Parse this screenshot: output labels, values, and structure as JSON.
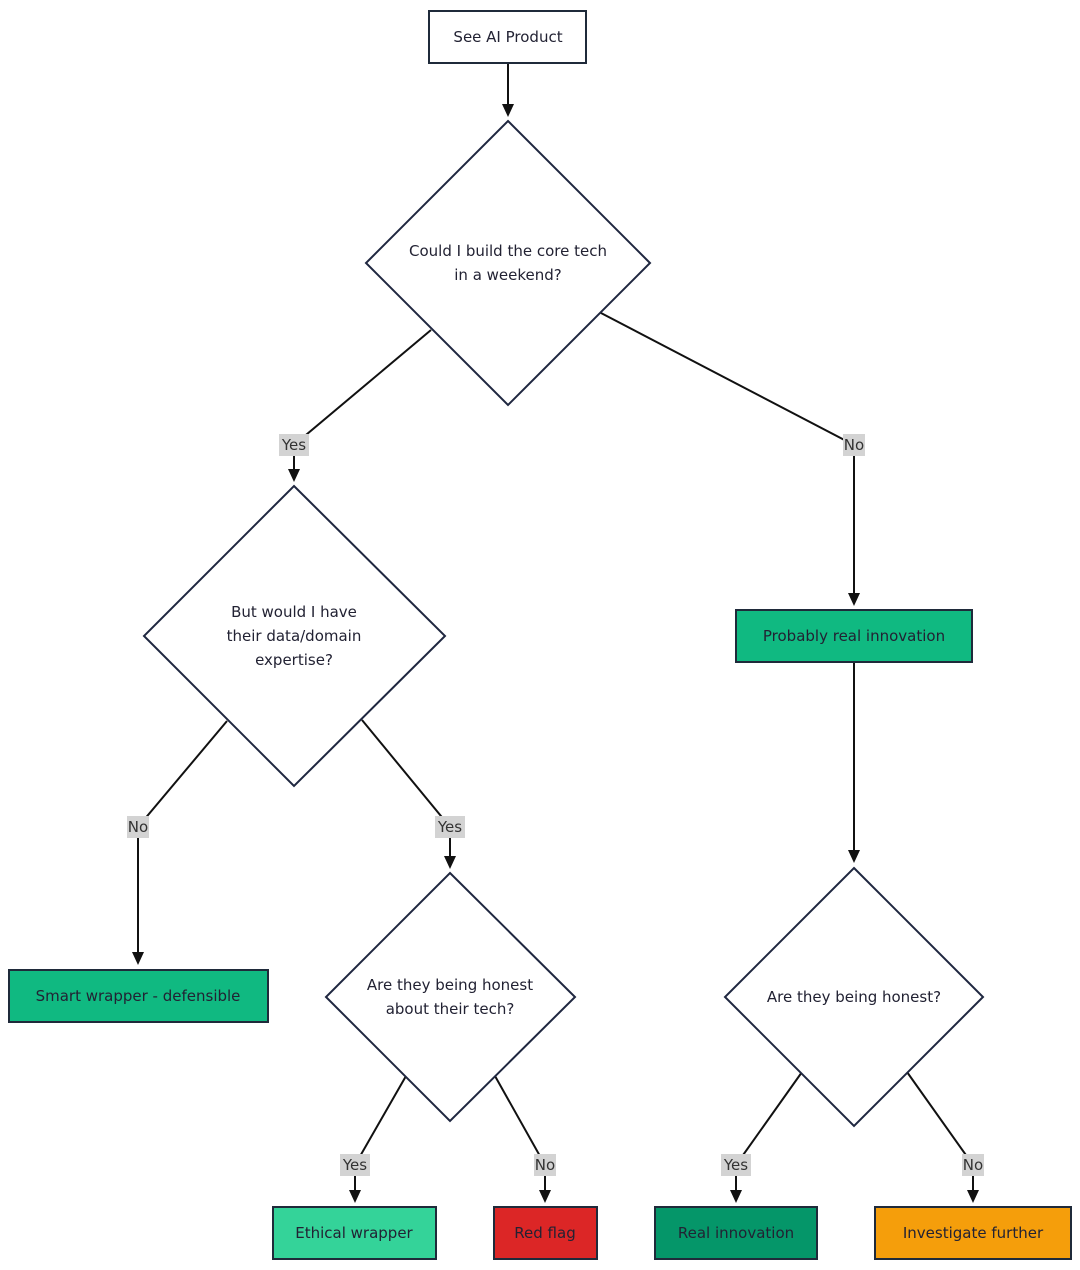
{
  "colors": {
    "start_fill": "#ffffff",
    "green_fill": "#10b981",
    "light_green_fill": "#34d399",
    "dark_green_fill": "#059669",
    "red_fill": "#dc2626",
    "orange_fill": "#f59e0b",
    "border": "#1f2a3a",
    "edge": "#111111",
    "label_bg": "#d3d3d3"
  },
  "nodes": {
    "start": {
      "label": "See AI Product"
    },
    "q1": {
      "lines": [
        "Could I build the core tech",
        "in a weekend?"
      ]
    },
    "q2": {
      "lines": [
        "But would I have",
        "their data/domain",
        "expertise?"
      ]
    },
    "probably_real": {
      "label": "Probably real innovation"
    },
    "smart_wrapper": {
      "label": "Smart wrapper - defensible"
    },
    "q3": {
      "lines": [
        "Are they being honest",
        "about their tech?"
      ]
    },
    "q4": {
      "lines": [
        "Are they being honest?"
      ]
    },
    "ethical_wrapper": {
      "label": "Ethical wrapper"
    },
    "red_flag": {
      "label": "Red flag"
    },
    "real_innovation": {
      "label": "Real innovation"
    },
    "investigate": {
      "label": "Investigate further"
    }
  },
  "edges": {
    "q1_yes": "Yes",
    "q1_no": "No",
    "q2_no": "No",
    "q2_yes": "Yes",
    "q3_yes": "Yes",
    "q3_no": "No",
    "q4_yes": "Yes",
    "q4_no": "No"
  }
}
